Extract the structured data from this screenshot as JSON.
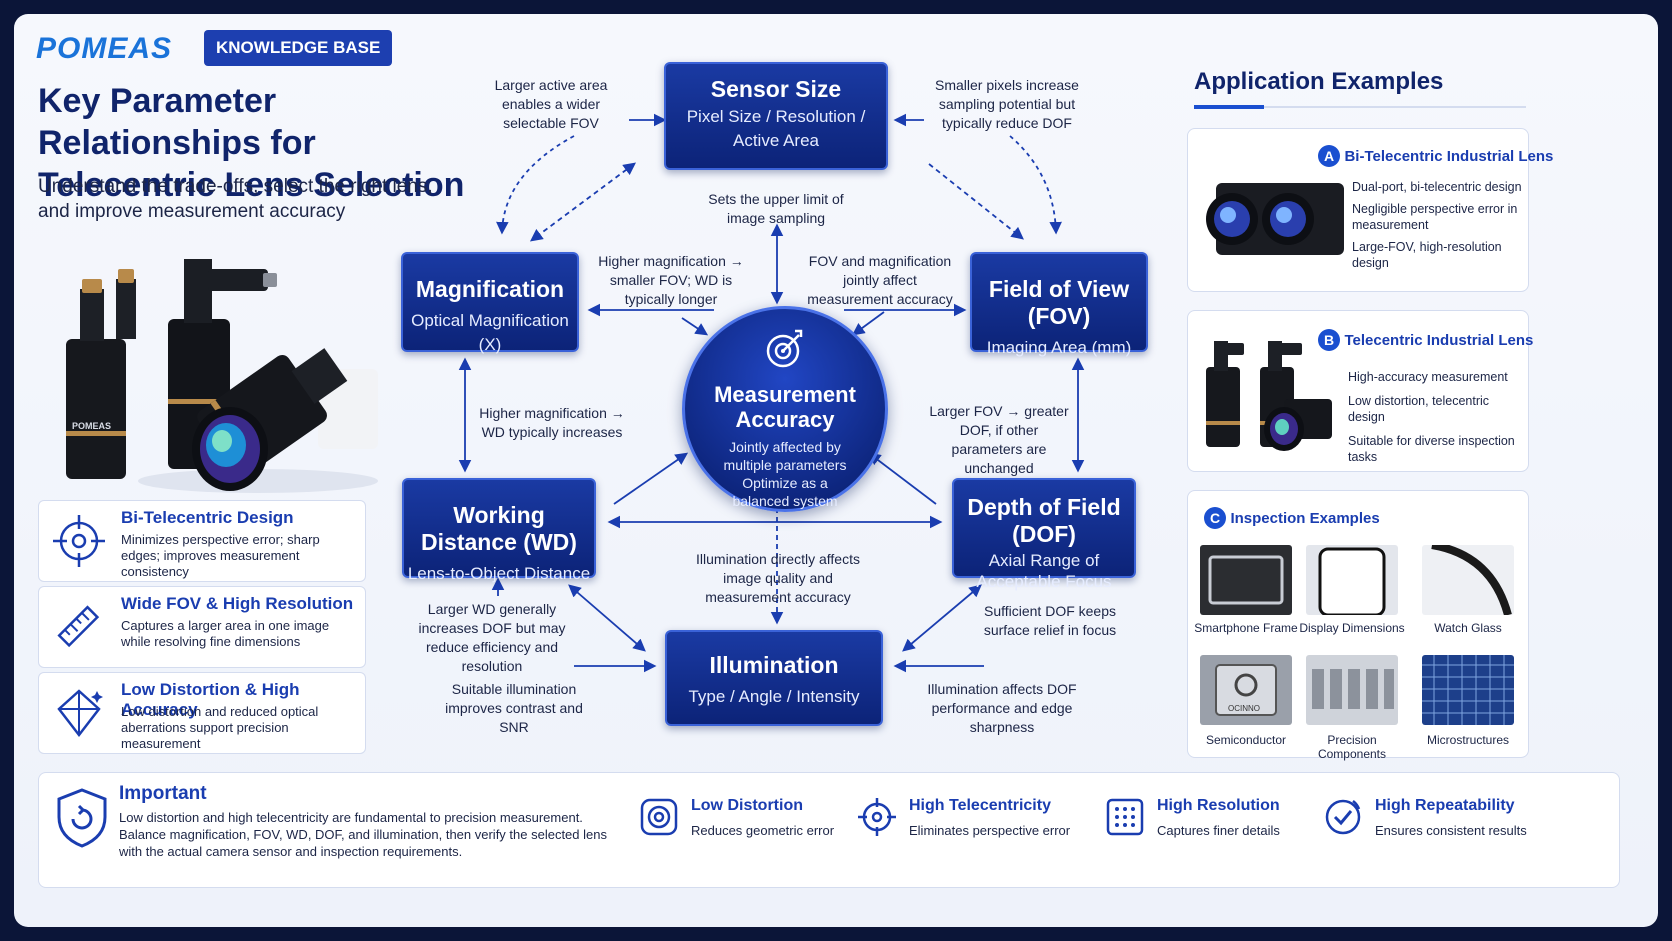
{
  "header": {
    "logo": "POMEAS",
    "badge": "KNOWLEDGE BASE",
    "title": "Key Parameter Relationships for Telecentric Lens Selection",
    "subtitle": "Understand the trade-offs, select the right lens, and improve measurement accuracy"
  },
  "product": {
    "lens_label": "POMEAS"
  },
  "features": [
    {
      "title": "Bi-Telecentric Design",
      "desc": "Minimizes perspective error; sharp edges; improves measurement consistency",
      "icon": "crosshair-icon"
    },
    {
      "title": "Wide FOV & High Resolution",
      "desc": "Captures a larger area in one image while resolving fine dimensions",
      "icon": "ruler-icon"
    },
    {
      "title": "Low Distortion & High Accuracy",
      "desc": "Low distortion and reduced optical aberrations support precision measurement",
      "icon": "diamond-icon"
    }
  ],
  "diagram": {
    "sensor": {
      "title": "Sensor Size",
      "sub": "Pixel Size / Resolution / Active Area"
    },
    "magnification": {
      "title": "Magnification",
      "sub": "Optical Magnification (X)"
    },
    "fov": {
      "title": "Field of View (FOV)",
      "sub": "Imaging Area (mm)"
    },
    "wd": {
      "title": "Working Distance (WD)",
      "sub": "Lens-to-Object Distance"
    },
    "dof": {
      "title": "Depth of Field (DOF)",
      "sub": "Axial Range of Acceptable Focus"
    },
    "illumination": {
      "title": "Illumination",
      "sub": "Type / Angle / Intensity"
    },
    "center": {
      "title": "Measurement Accuracy",
      "sub": "Jointly affected by multiple parameters Optimize as a balanced system"
    },
    "notes": {
      "sensor_mag": "Larger active area enables a wider selectable FOV",
      "sensor_fov": "Smaller pixels increase sampling potential but typically reduce DOF",
      "sensor_center": "Sets the upper limit of image sampling",
      "mag_fov": "Higher magnification → smaller FOV; WD is typically longer",
      "fov_center": "FOV and magnification jointly affect measurement accuracy",
      "mag_wd": "Higher magnification → WD typically increases",
      "fov_dof": "Larger FOV → greater DOF, if other parameters are unchanged",
      "illum_center": "Illumination directly affects image quality and measurement accuracy",
      "wd_illum": "Larger WD generally increases DOF but may reduce efficiency and resolution",
      "dof_illum": "Sufficient DOF keeps surface relief in focus",
      "illum_left": "Suitable illumination improves contrast and SNR",
      "illum_right": "Illumination affects DOF performance and edge sharpness"
    }
  },
  "applications": {
    "title": "Application Examples",
    "a": {
      "badge": "A",
      "title": "Bi-Telecentric Industrial Lens",
      "items": [
        "Dual-port, bi-telecentric design",
        "Negligible perspective error in measurement",
        "Large-FOV, high-resolution design"
      ]
    },
    "b": {
      "badge": "B",
      "title": "Telecentric Industrial Lens",
      "items": [
        "High-accuracy measurement",
        "Low distortion, telecentric design",
        "Suitable for diverse inspection tasks"
      ]
    },
    "c": {
      "badge": "C",
      "title": "Inspection Examples",
      "items": [
        "Smartphone Frame",
        "Display Dimensions",
        "Watch Glass",
        "Semiconductor",
        "Precision Components",
        "Microstructures"
      ],
      "chip_label": "OCINNO"
    }
  },
  "bottom": {
    "important_title": "Important",
    "important_text": "Low distortion and high telecentricity are fundamental to precision measurement. Balance magnification, FOV, WD, DOF, and illumination, then verify the selected lens with the actual camera sensor and inspection requirements.",
    "points": [
      {
        "title": "Low Distortion",
        "desc": "Reduces geometric error",
        "icon": "target-icon"
      },
      {
        "title": "High Telecentricity",
        "desc": "Eliminates perspective error",
        "icon": "crosshair-icon"
      },
      {
        "title": "High Resolution",
        "desc": "Captures finer details",
        "icon": "grid-icon"
      },
      {
        "title": "High Repeatability",
        "desc": "Ensures consistent results",
        "icon": "check-circle-icon"
      }
    ]
  },
  "colors": {
    "primary": "#0c2378",
    "accent": "#1a4fd0",
    "frame": "#0b1538"
  }
}
